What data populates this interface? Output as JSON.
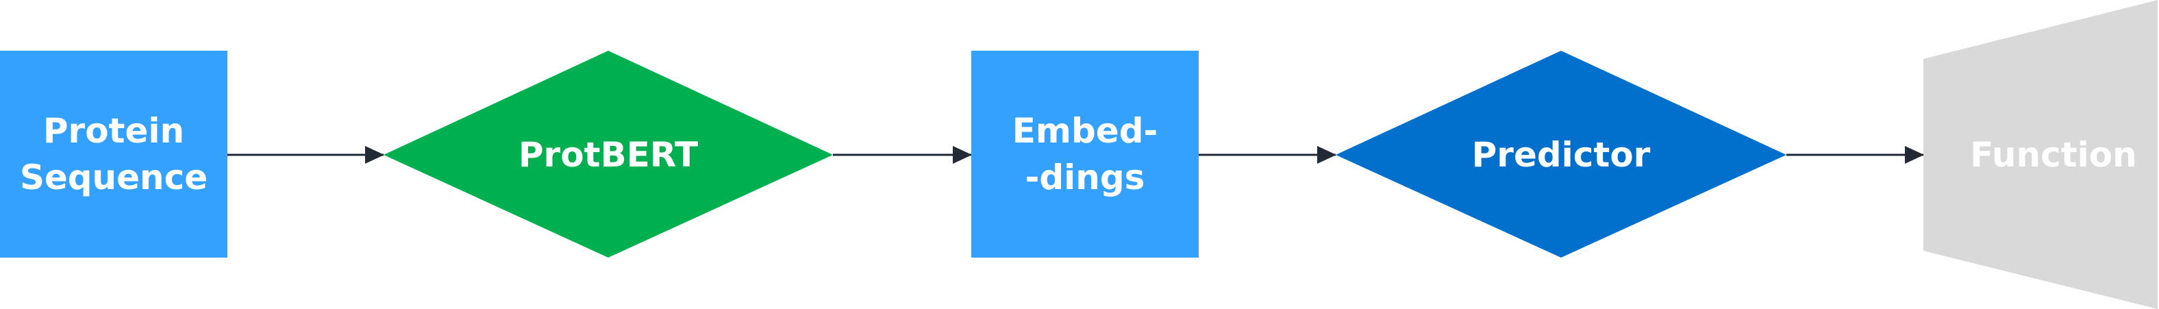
{
  "diagram": {
    "nodes": {
      "protein_sequence": {
        "line1": "Protein",
        "line2": "Sequence",
        "color": "#33a1fd"
      },
      "protbert": {
        "label": "ProtBERT",
        "color": "#00b050"
      },
      "embeddings": {
        "line1": "Embed-",
        "line2": "-dings",
        "color": "#33a1fd"
      },
      "predictor": {
        "label": "Predictor",
        "color": "#0070cc"
      },
      "function": {
        "label": "Function",
        "color": "#d9d9d9"
      }
    },
    "edge_color": "#222a35"
  }
}
